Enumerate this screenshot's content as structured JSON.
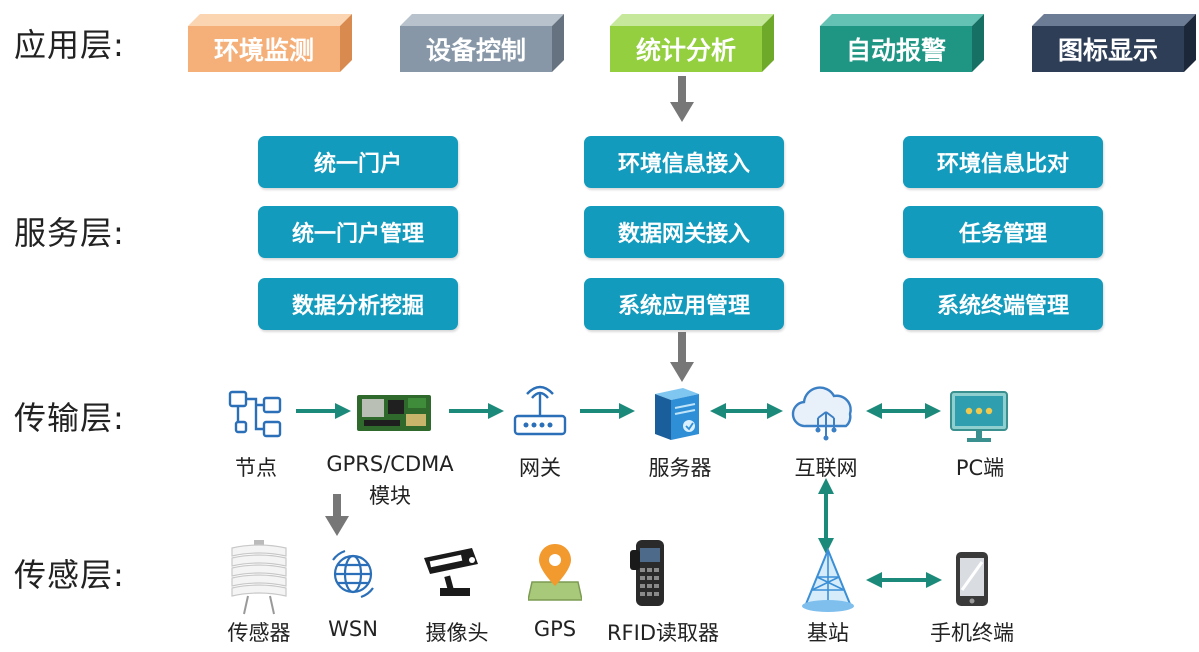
{
  "layers": {
    "app": "应用层:",
    "service": "服务层:",
    "transport": "传输层:",
    "sensing": "传感层:"
  },
  "app_layer": [
    {
      "label": "环境监测",
      "color": "#f5b07a",
      "top": "#fbd4b2",
      "side": "#d98a4f"
    },
    {
      "label": "设备控制",
      "color": "#8797a7",
      "top": "#b8c2cc",
      "side": "#66727f"
    },
    {
      "label": "统计分析",
      "color": "#93cf3e",
      "top": "#c6e89a",
      "side": "#6fa92a"
    },
    {
      "label": "自动报警",
      "color": "#1f9584",
      "top": "#63c2b3",
      "side": "#167063"
    },
    {
      "label": "图标显示",
      "color": "#2e3e57",
      "top": "#6d7c95",
      "side": "#1c2739"
    }
  ],
  "service_layer": {
    "col1": [
      "统一门户",
      "统一门户管理",
      "数据分析挖掘"
    ],
    "col2": [
      "环境信息接入",
      "数据网关接入",
      "系统应用管理"
    ],
    "col3": [
      "环境信息比对",
      "任务管理",
      "系统终端管理"
    ]
  },
  "transport_layer": {
    "node": "节点",
    "gprs_line1": "GPRS/CDMA",
    "gprs_line2": "模块",
    "gateway": "网关",
    "server": "服务器",
    "internet": "互联网",
    "pc": "PC端"
  },
  "sensing_layer": {
    "sensor": "传感器",
    "wsn": "WSN",
    "camera": "摄像头",
    "gps": "GPS",
    "rfid": "RFID读取器",
    "base_station": "基站",
    "mobile": "手机终端"
  },
  "colors": {
    "arrow_green": "#1c8a7a",
    "arrow_gray": "#777777",
    "service_blue": "#139bbe",
    "icon_blue": "#2a6fb8"
  }
}
